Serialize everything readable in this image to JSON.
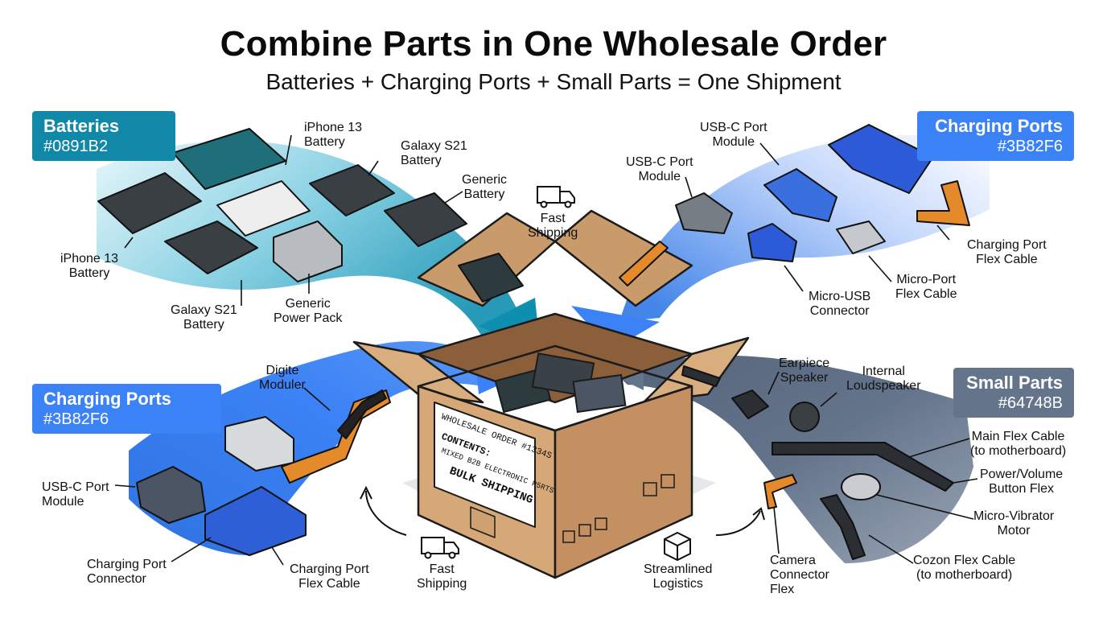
{
  "header": {
    "title": "Combine Parts in One Wholesale Order",
    "subtitle": "Batteries + Charging Ports + Small Parts = One Shipment"
  },
  "categories": {
    "batteries": {
      "name": "Batteries",
      "code": "#0891B2",
      "color": "#0891B2"
    },
    "charging_top": {
      "name": "Charging Ports",
      "code": "#3B82F6",
      "color": "#3B82F6"
    },
    "charging_bottom": {
      "name": "Charging Ports",
      "code": "#3B82F6",
      "color": "#3B82F6"
    },
    "small_parts": {
      "name": "Small Parts",
      "code": "#64748B",
      "color": "#64748B"
    }
  },
  "labels": {
    "iphone13_top": [
      "iPhone 13",
      "Battery"
    ],
    "galaxy_s21_top": [
      "Galaxy S21",
      "Battery"
    ],
    "generic_battery": [
      "Generic",
      "Battery"
    ],
    "iphone13_left": [
      "iPhone 13",
      "Battery"
    ],
    "galaxy_s21_bottom": [
      "Galaxy S21",
      "Battery"
    ],
    "generic_power_pack": [
      "Generic",
      "Power Pack"
    ],
    "fast_shipping_top": [
      "Fast",
      "Shipping"
    ],
    "usbc_module_top": [
      "USB-C Port",
      "Module"
    ],
    "usbc_module_mid": [
      "USB-C Port",
      "Module"
    ],
    "charging_flex_right": [
      "Charging Port",
      "Flex Cable"
    ],
    "micro_usb": [
      "Micro-USB",
      "Connector"
    ],
    "micro_port_flex": [
      "Micro-Port",
      "Flex Cable"
    ],
    "digite_moduler": [
      "Digite",
      "Moduler"
    ],
    "usbc_module_left": [
      "USB-C Port",
      "Module"
    ],
    "charging_connector": [
      "Charging Port",
      "Connector"
    ],
    "charging_flex_bottom": [
      "Charging Port",
      "Flex Cable"
    ],
    "fast_shipping_bottom": [
      "Fast",
      "Shipping"
    ],
    "streamlined": [
      "Streamlined",
      "Logistics"
    ],
    "earpiece": [
      "Earpiece",
      "Speaker"
    ],
    "loudspeaker": [
      "Internal",
      "Loudspeaker"
    ],
    "main_flex": [
      "Main Flex Cable",
      "(to motherboard)"
    ],
    "power_volume": [
      "Power/Volume",
      "Button Flex"
    ],
    "vibrator": [
      "Micro-Vibrator",
      "Motor"
    ],
    "cozon_flex": [
      "Cozon Flex Cable",
      "(to motherboard)"
    ],
    "camera_flex": [
      "Camera",
      "Connector",
      "Flex"
    ]
  },
  "box_label": {
    "line1": "WHOLESALE ORDER #1334S",
    "line2": "CONTENTS:",
    "line3": "MIXED B2B ELECTRONIC P5RTS",
    "line4": "BULK SHIPPING"
  },
  "icons": [
    "truck-icon",
    "box-icon",
    "arrow-icon"
  ],
  "colors": {
    "cardboard": "#d6a877",
    "cardboard_dark": "#b9875a",
    "battery_stream": "#0891B2",
    "charging_stream": "#3B82F6",
    "small_stream": "#64748B"
  }
}
